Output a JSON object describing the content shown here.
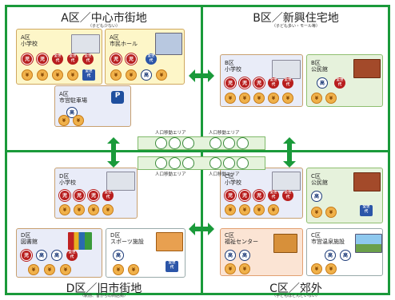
{
  "zones": {
    "a": {
      "title": "A区／中心市街地",
      "sub": "（子ども少ない）"
    },
    "b": {
      "title": "B区／新興住宅地",
      "sub": "（子ども多い・モール等）"
    },
    "d": {
      "title": "D区／旧市街地",
      "sub": "（駅前、昔からの商店街）"
    },
    "c": {
      "title": "C区／郊外",
      "sub": "（子どもほとんどいない）"
    }
  },
  "cards": {
    "a_school": {
      "line1": "A区",
      "line2": "小学校"
    },
    "a_hall": {
      "line1": "A区",
      "line2": "市民ホール"
    },
    "a_parking": {
      "line1": "A区",
      "line2": "市営駐車場"
    },
    "b_school": {
      "line1": "B区",
      "line2": "小学校"
    },
    "b_community": {
      "line1": "B区",
      "line2": "公民館"
    },
    "d_school": {
      "line1": "D区",
      "line2": "小学校"
    },
    "d_library": {
      "line1": "D区",
      "line2": "図書館"
    },
    "d_sports": {
      "line1": "D区",
      "line2": "スポーツ施設"
    },
    "c_school": {
      "line1": "C区",
      "line2": "小学校"
    },
    "c_community": {
      "line1": "C区",
      "line2": "公民館"
    },
    "c_welfare": {
      "line1": "C区",
      "line2": "福祉センター"
    },
    "c_onsen": {
      "line1": "C区",
      "line2": "市営温泉施設"
    }
  },
  "icons": {
    "kids": "児",
    "elder": "高",
    "yen": "¥",
    "star_top": "全世",
    "star_bottom": "代",
    "parking": "P",
    "badge_top": "全世",
    "badge_bottom": "代"
  },
  "bands": {
    "top_label_left": "人口移動エリア",
    "top_label_right": "人口移動エリア",
    "bottom_label_left": "人口移動エリア",
    "bottom_label_right": "人口移動エリア"
  },
  "colors": {
    "frame": "#1a9a3a",
    "kids": "#b81e1e",
    "elder": "#1f3d7a",
    "yen": "#f0b14a"
  }
}
